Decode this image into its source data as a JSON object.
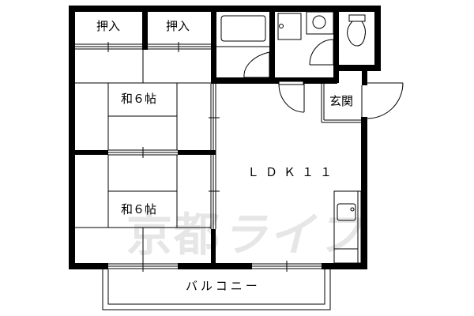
{
  "floor_plan": {
    "rooms": [
      {
        "id": "closet-1",
        "label": "押入"
      },
      {
        "id": "closet-2",
        "label": "押入"
      },
      {
        "id": "washitsu-1",
        "label": "和６帖"
      },
      {
        "id": "washitsu-2",
        "label": "和６帖"
      },
      {
        "id": "ldk",
        "label": "ＬＤＫ１１"
      },
      {
        "id": "entrance",
        "label": "玄関"
      },
      {
        "id": "balcony",
        "label": "バルコニー"
      }
    ],
    "fixtures": [
      "bathtub",
      "washbasin",
      "washing-machine",
      "toilet",
      "kitchen-sink"
    ],
    "watermark": {
      "text_kanji": "京都",
      "text_kana": "ライフ"
    },
    "colors": {
      "wall": "#000000",
      "background": "#ffffff",
      "watermark": "#e6e6e6"
    }
  }
}
